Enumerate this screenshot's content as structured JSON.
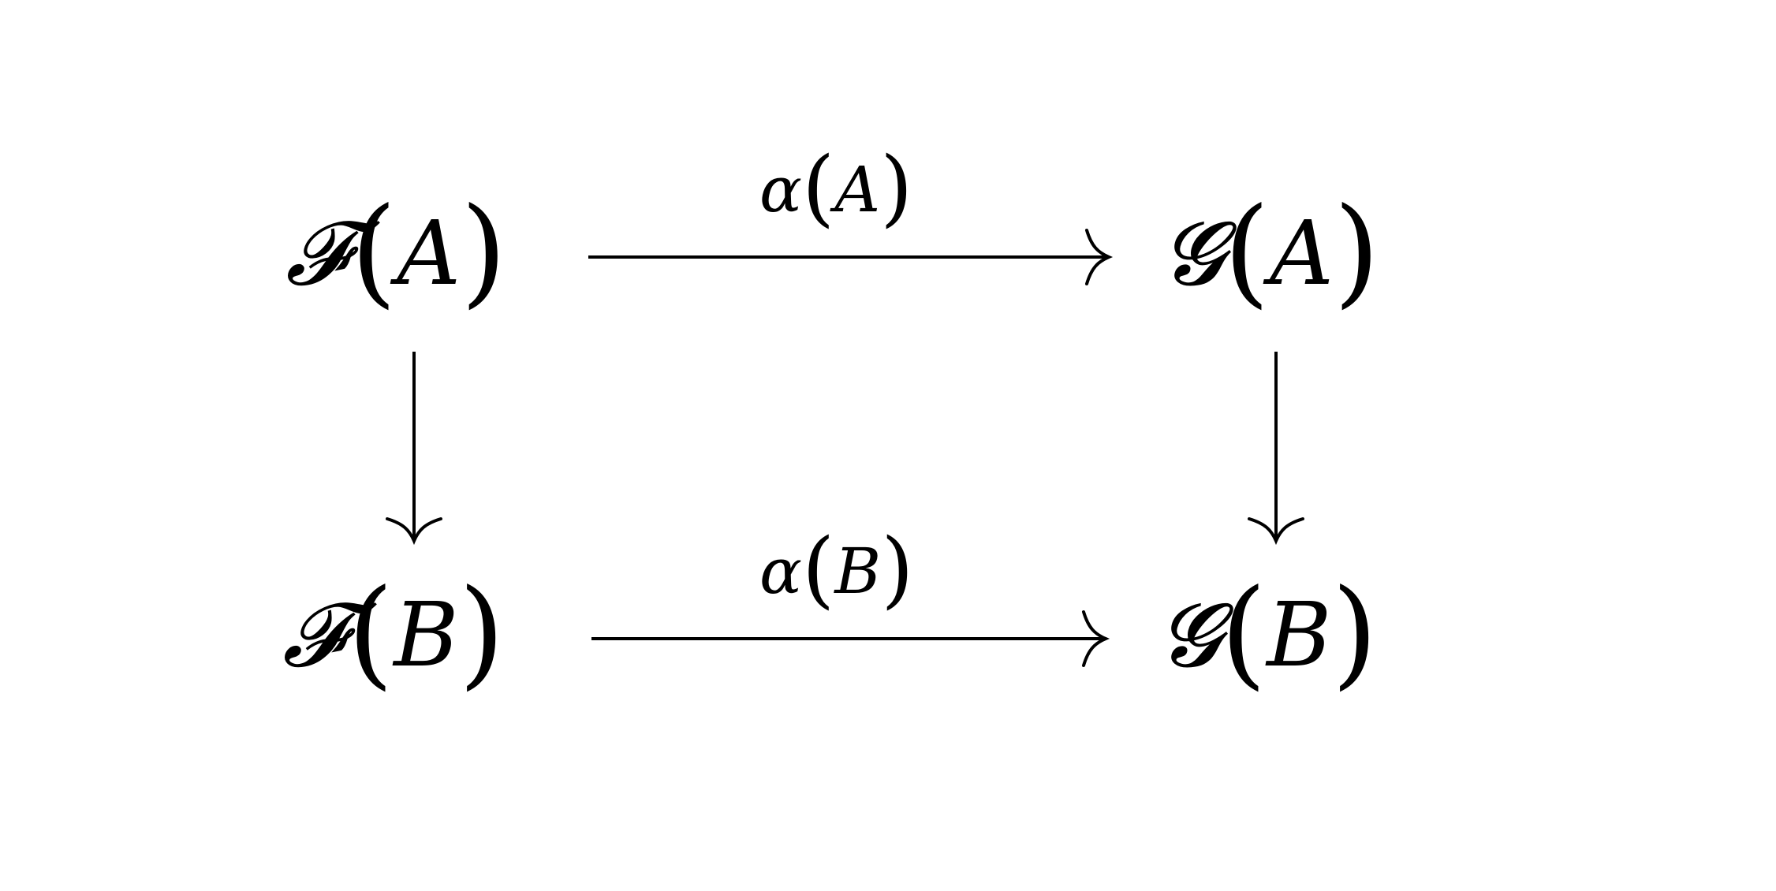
{
  "diagram": {
    "nodes": {
      "top_left": {
        "functor": "𝓕",
        "object": "A"
      },
      "top_right": {
        "functor": "𝓖",
        "object": "A"
      },
      "bottom_left": {
        "functor": "𝓕",
        "object": "B"
      },
      "bottom_right": {
        "functor": "𝓖",
        "object": "B"
      }
    },
    "arrows": {
      "top": {
        "symbol": "α",
        "object": "A"
      },
      "bottom": {
        "symbol": "α",
        "object": "B"
      },
      "left": {
        "symbol": ""
      },
      "right": {
        "symbol": ""
      }
    }
  }
}
